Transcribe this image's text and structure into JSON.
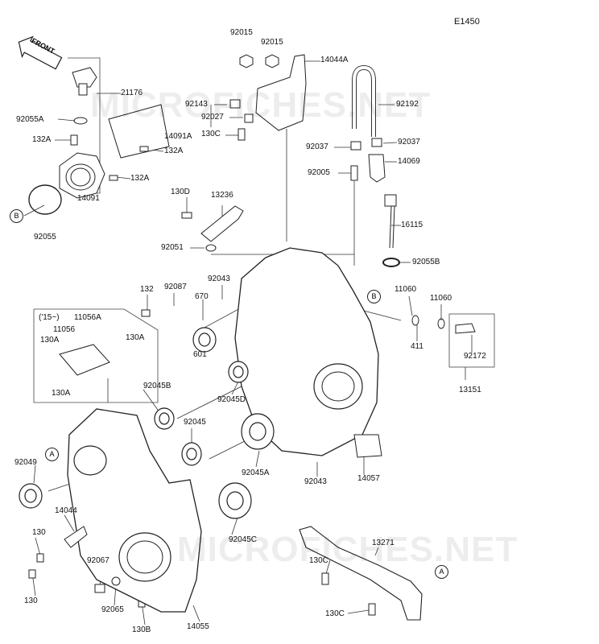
{
  "diagram_id": "E1450",
  "front_label": "FRONT",
  "watermarks": [
    "MICROFICHES.NET",
    "MICROFICHES.NET"
  ],
  "variant_note": "('15~)",
  "callouts": {
    "A": "A",
    "B": "B"
  },
  "parts": {
    "p92015a": "92015",
    "p92015b": "92015",
    "p14044A": "14044A",
    "p21176": "21176",
    "p92192": "92192",
    "p92143": "92143",
    "p92027": "92027",
    "p130C_top": "130C",
    "p92055A": "92055A",
    "p14091A": "14091A",
    "p132A_1": "132A",
    "p132A_2": "132A",
    "p132A_3": "132A",
    "p92037a": "92037",
    "p92037b": "92037",
    "p14069": "14069",
    "p92005": "92005",
    "p130D": "130D",
    "p13236": "13236",
    "p14091": "14091",
    "p92055": "92055",
    "p16115": "16115",
    "p92051": "92051",
    "p92055B": "92055B",
    "p132": "132",
    "p92087": "92087",
    "p92043a": "92043",
    "p670": "670",
    "p11060a": "11060",
    "p11060b": "11060",
    "p11056A": "11056A",
    "p11056": "11056",
    "p130A_1": "130A",
    "p130A_2": "130A",
    "p130A_3": "130A",
    "p411": "411",
    "p92172": "92172",
    "p601": "601",
    "p13151": "13151",
    "p92045B": "92045B",
    "p92045D": "92045D",
    "p92045": "92045",
    "p92049": "92049",
    "p92045A": "92045A",
    "p92043b": "92043",
    "p14057": "14057",
    "p14044": "14044",
    "p92045C": "92045C",
    "p130_1": "130",
    "p130_2": "130",
    "p13271": "13271",
    "p92067": "92067",
    "p130C_b1": "130C",
    "p130C_b2": "130C",
    "p92065": "92065",
    "p130B": "130B",
    "p14055": "14055"
  }
}
